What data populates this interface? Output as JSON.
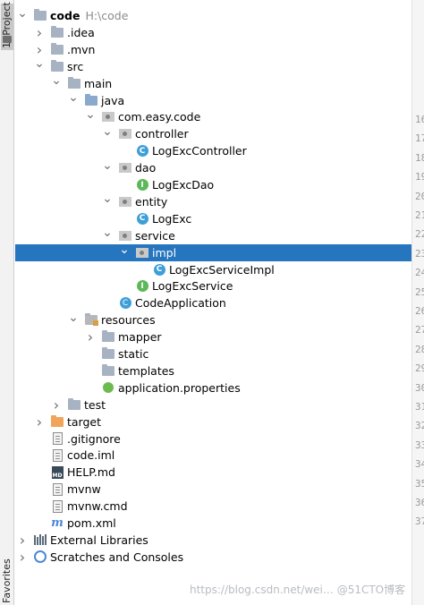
{
  "sidebar": {
    "top_tab": "1: Project",
    "bottom_tab": "Favorites"
  },
  "tree": [
    {
      "label": "code",
      "path": "H:\\code",
      "bold": true,
      "arrow": "down",
      "icon": "folder-icon",
      "depth": 0
    },
    {
      "label": ".idea",
      "arrow": "right",
      "icon": "folder-icon",
      "depth": 1
    },
    {
      "label": ".mvn",
      "arrow": "right",
      "icon": "folder-icon",
      "depth": 1
    },
    {
      "label": "src",
      "arrow": "down",
      "icon": "folder-icon",
      "depth": 1
    },
    {
      "label": "main",
      "arrow": "down",
      "icon": "folder-icon",
      "depth": 2
    },
    {
      "label": "java",
      "arrow": "down",
      "icon": "source-folder-icon",
      "depth": 3
    },
    {
      "label": "com.easy.code",
      "arrow": "down",
      "icon": "package-icon",
      "depth": 4
    },
    {
      "label": "controller",
      "arrow": "down",
      "icon": "package-icon",
      "depth": 5
    },
    {
      "label": "LogExcController",
      "arrow": "none",
      "icon": "class-icon",
      "depth": 6
    },
    {
      "label": "dao",
      "arrow": "down",
      "icon": "package-icon",
      "depth": 5
    },
    {
      "label": "LogExcDao",
      "arrow": "none",
      "icon": "interface-icon",
      "depth": 6
    },
    {
      "label": "entity",
      "arrow": "down",
      "icon": "package-icon",
      "depth": 5
    },
    {
      "label": "LogExc",
      "arrow": "none",
      "icon": "class-icon",
      "depth": 6
    },
    {
      "label": "service",
      "arrow": "down",
      "icon": "package-icon",
      "depth": 5
    },
    {
      "label": "impl",
      "arrow": "down",
      "icon": "package-icon",
      "depth": 6,
      "selected": true
    },
    {
      "label": "LogExcServiceImpl",
      "arrow": "none",
      "icon": "class-icon",
      "depth": 7
    },
    {
      "label": "LogExcService",
      "arrow": "none",
      "icon": "interface-icon",
      "depth": 6
    },
    {
      "label": "CodeApplication",
      "arrow": "none",
      "icon": "spring-boot-class-icon",
      "depth": 5
    },
    {
      "label": "resources",
      "arrow": "down",
      "icon": "resources-folder-icon",
      "depth": 3
    },
    {
      "label": "mapper",
      "arrow": "right",
      "icon": "folder-icon",
      "depth": 4
    },
    {
      "label": "static",
      "arrow": "none",
      "icon": "folder-icon",
      "depth": 4
    },
    {
      "label": "templates",
      "arrow": "none",
      "icon": "folder-icon",
      "depth": 4
    },
    {
      "label": "application.properties",
      "arrow": "none",
      "icon": "spring-properties-icon",
      "depth": 4
    },
    {
      "label": "test",
      "arrow": "right",
      "icon": "folder-icon",
      "depth": 2
    },
    {
      "label": "target",
      "arrow": "right",
      "icon": "excluded-folder-icon",
      "depth": 1
    },
    {
      "label": ".gitignore",
      "arrow": "none",
      "icon": "gitignore-file-icon",
      "depth": 1
    },
    {
      "label": "code.iml",
      "arrow": "none",
      "icon": "iml-file-icon",
      "depth": 1
    },
    {
      "label": "HELP.md",
      "arrow": "none",
      "icon": "markdown-file-icon",
      "depth": 1
    },
    {
      "label": "mvnw",
      "arrow": "none",
      "icon": "text-file-icon",
      "depth": 1
    },
    {
      "label": "mvnw.cmd",
      "arrow": "none",
      "icon": "text-file-icon",
      "depth": 1
    },
    {
      "label": "pom.xml",
      "arrow": "none",
      "icon": "maven-icon",
      "depth": 1
    },
    {
      "label": "External Libraries",
      "arrow": "right",
      "icon": "libraries-icon",
      "depth": 0
    },
    {
      "label": "Scratches and Consoles",
      "arrow": "right",
      "icon": "scratches-icon",
      "depth": 0
    }
  ],
  "gutter_numbers": [
    "16",
    "17",
    "18",
    "19",
    "20",
    "21",
    "22",
    "23",
    "24",
    "25",
    "26",
    "27",
    "28",
    "29",
    "30",
    "31",
    "32",
    "33",
    "34",
    "35",
    "36",
    "37"
  ],
  "watermark": "https://blog.csdn.net/wei… @51CTO博客"
}
